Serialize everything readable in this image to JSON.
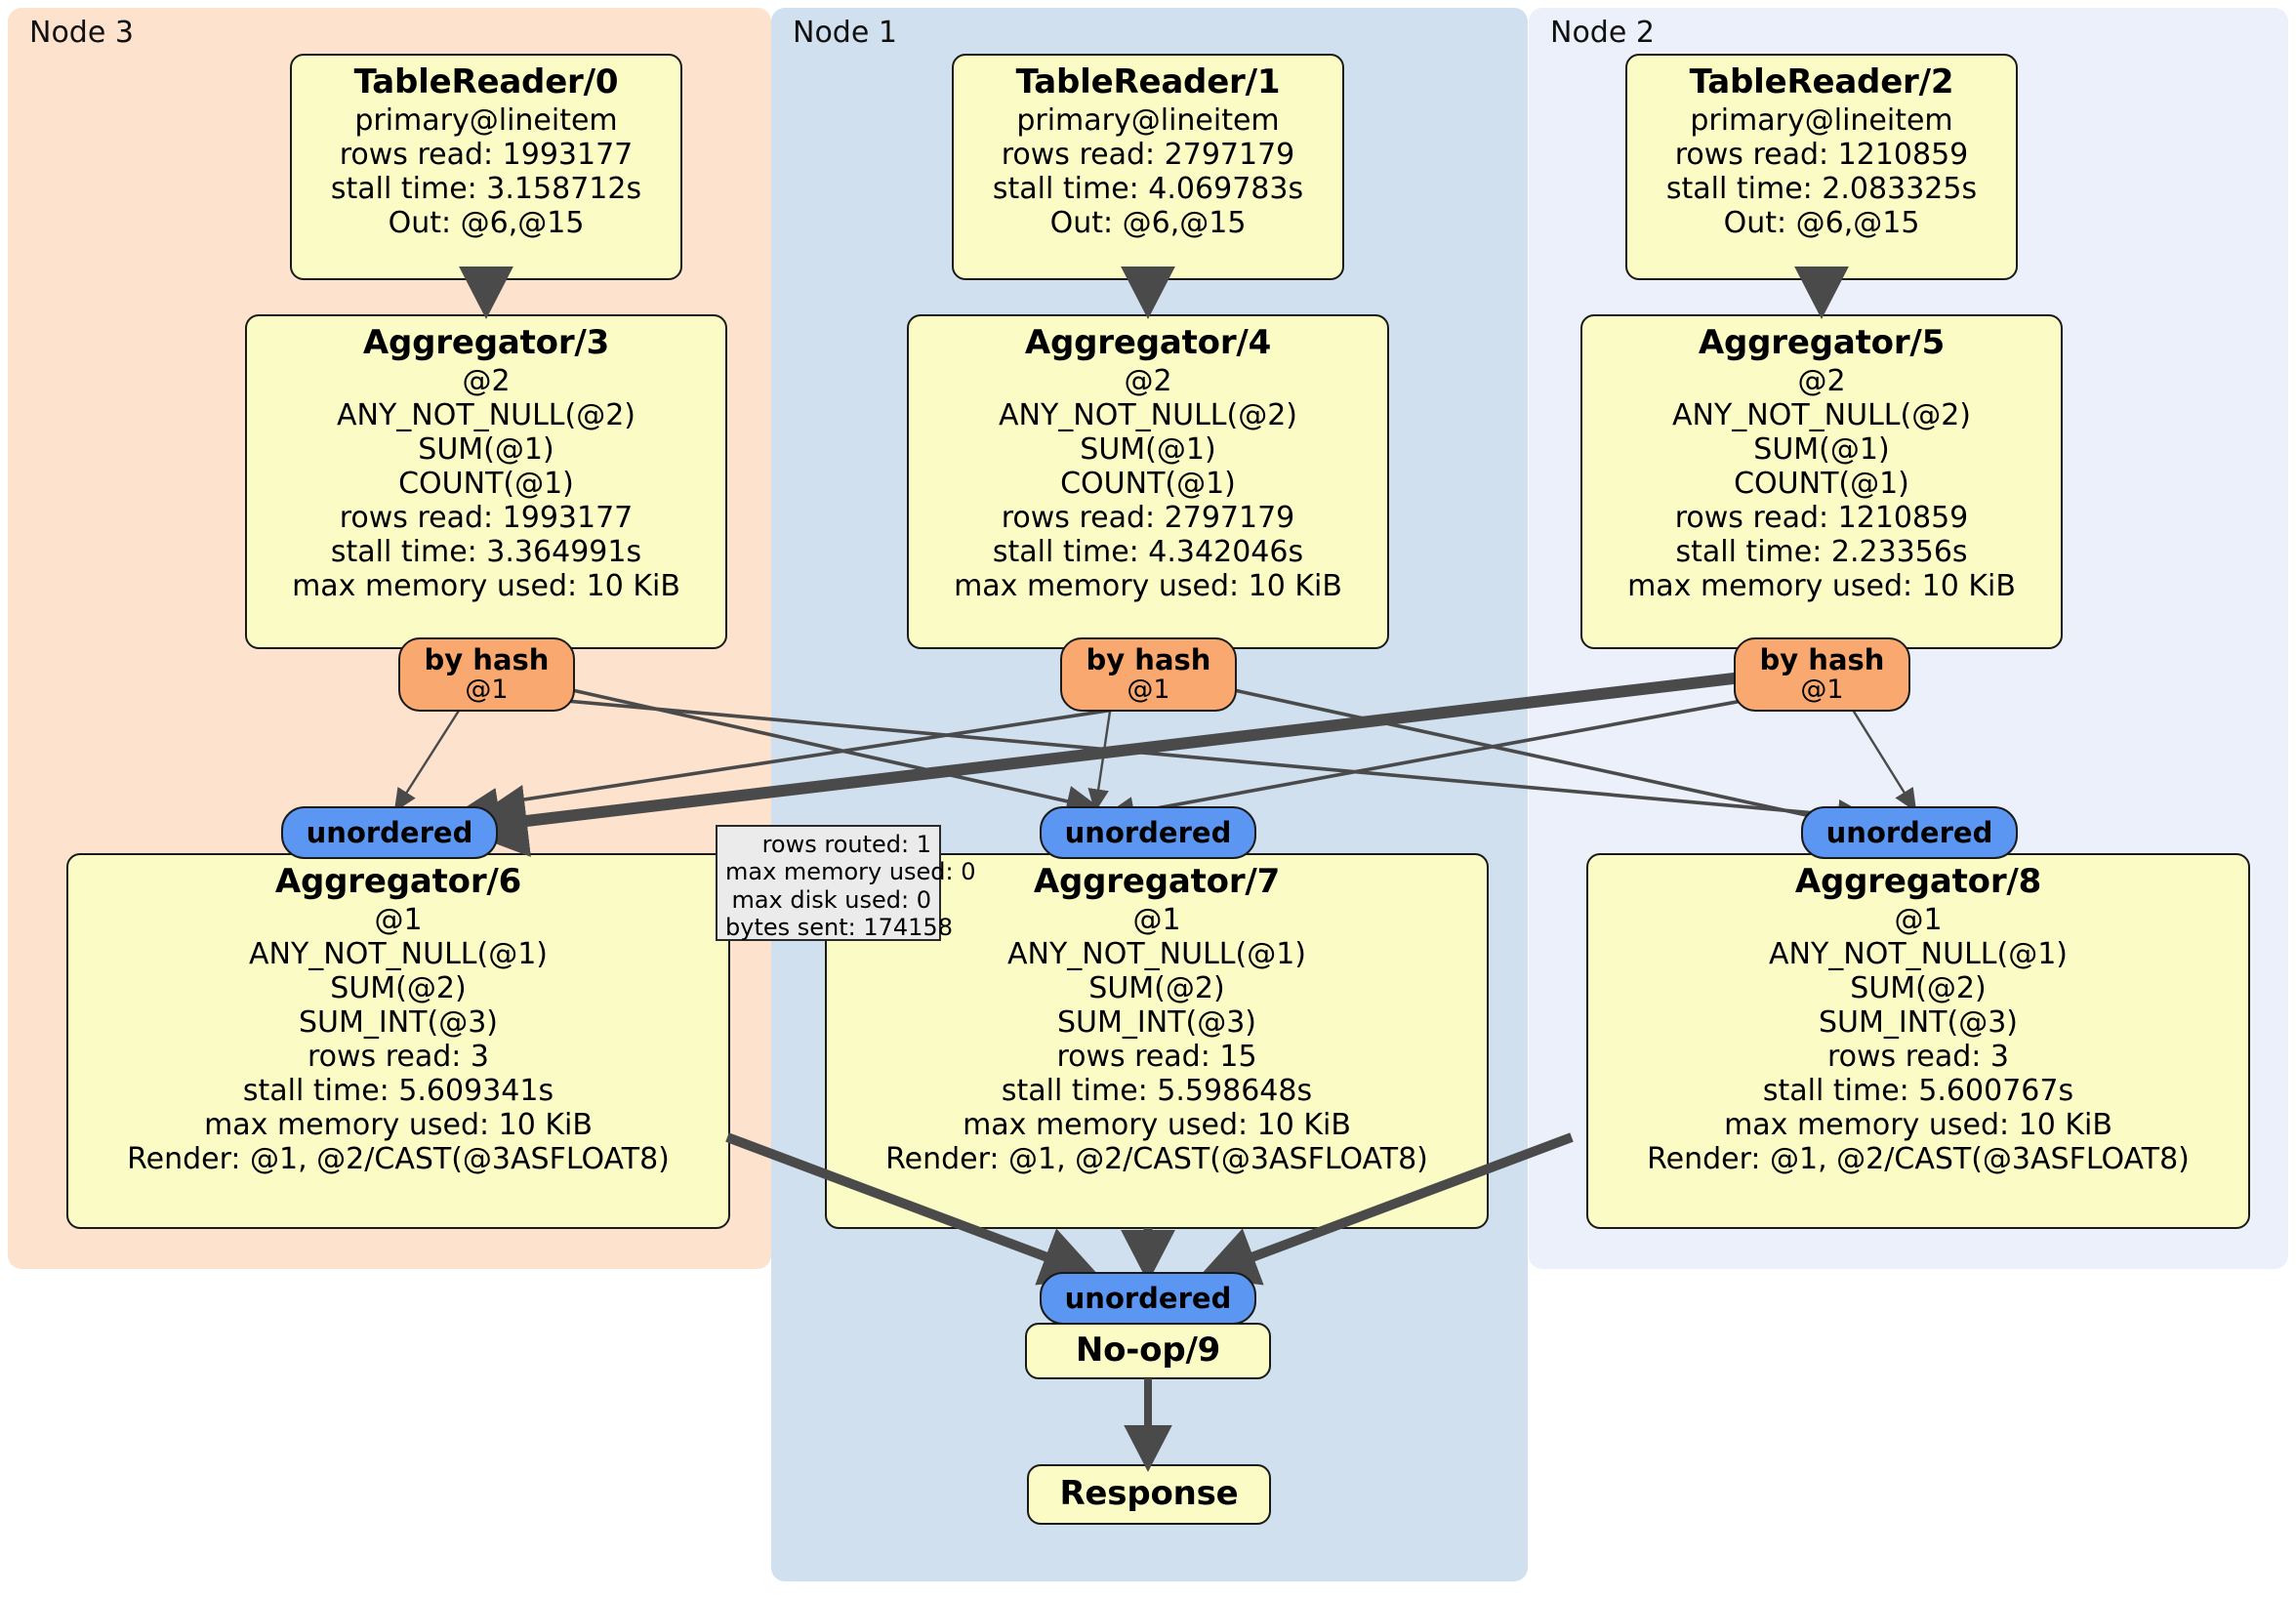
{
  "diagram": {
    "kind": "distributed-query-execution-plan",
    "clusters": [
      {
        "id": "node3",
        "label": "Node 3",
        "color": "#fde2ce"
      },
      {
        "id": "node1",
        "label": "Node 1",
        "color": "#d0e0ef"
      },
      {
        "id": "node2",
        "label": "Node 2",
        "color": "#ebf0fb"
      }
    ],
    "operators": {
      "table_reader_0": {
        "title": "TableReader/0",
        "lines": [
          "primary@lineitem",
          "rows read: 1993177",
          "stall time: 3.158712s",
          "Out: @6,@15"
        ]
      },
      "table_reader_1": {
        "title": "TableReader/1",
        "lines": [
          "primary@lineitem",
          "rows read: 2797179",
          "stall time: 4.069783s",
          "Out: @6,@15"
        ]
      },
      "table_reader_2": {
        "title": "TableReader/2",
        "lines": [
          "primary@lineitem",
          "rows read: 1210859",
          "stall time: 2.083325s",
          "Out: @6,@15"
        ]
      },
      "aggregator_3": {
        "title": "Aggregator/3",
        "lines": [
          "@2",
          "ANY_NOT_NULL(@2)",
          "SUM(@1)",
          "COUNT(@1)",
          "rows read: 1993177",
          "stall time: 3.364991s",
          "max memory used: 10 KiB"
        ]
      },
      "aggregator_4": {
        "title": "Aggregator/4",
        "lines": [
          "@2",
          "ANY_NOT_NULL(@2)",
          "SUM(@1)",
          "COUNT(@1)",
          "rows read: 2797179",
          "stall time: 4.342046s",
          "max memory used: 10 KiB"
        ]
      },
      "aggregator_5": {
        "title": "Aggregator/5",
        "lines": [
          "@2",
          "ANY_NOT_NULL(@2)",
          "SUM(@1)",
          "COUNT(@1)",
          "rows read: 1210859",
          "stall time: 2.23356s",
          "max memory used: 10 KiB"
        ]
      },
      "aggregator_6": {
        "title": "Aggregator/6",
        "lines": [
          "@1",
          "ANY_NOT_NULL(@1)",
          "SUM(@2)",
          "SUM_INT(@3)",
          "rows read: 3",
          "stall time: 5.609341s",
          "max memory used: 10 KiB",
          "Render: @1, @2/CAST(@3ASFLOAT8)"
        ]
      },
      "aggregator_7": {
        "title": "Aggregator/7",
        "lines": [
          "@1",
          "ANY_NOT_NULL(@1)",
          "SUM(@2)",
          "SUM_INT(@3)",
          "rows read: 15",
          "stall time: 5.598648s",
          "max memory used: 10 KiB",
          "Render: @1, @2/CAST(@3ASFLOAT8)"
        ]
      },
      "aggregator_8": {
        "title": "Aggregator/8",
        "lines": [
          "@1",
          "ANY_NOT_NULL(@1)",
          "SUM(@2)",
          "SUM_INT(@3)",
          "rows read: 3",
          "stall time: 5.600767s",
          "max memory used: 10 KiB",
          "Render: @1, @2/CAST(@3ASFLOAT8)"
        ]
      },
      "noop_9": {
        "title": "No-op/9",
        "lines": []
      },
      "response": {
        "title": "Response",
        "lines": []
      }
    },
    "routers": {
      "hash_3": {
        "title": "by hash",
        "sub": "@1"
      },
      "hash_4": {
        "title": "by hash",
        "sub": "@1"
      },
      "hash_5": {
        "title": "by hash",
        "sub": "@1"
      },
      "unordered_6": {
        "title": "unordered",
        "sub": ""
      },
      "unordered_7": {
        "title": "unordered",
        "sub": ""
      },
      "unordered_8": {
        "title": "unordered",
        "sub": ""
      },
      "unordered_9": {
        "title": "unordered",
        "sub": ""
      }
    },
    "stats_tooltip": {
      "lines": [
        "rows routed: 1",
        "max memory used: 0",
        "max disk used: 0",
        "bytes sent: 174158"
      ]
    },
    "colors": {
      "operator_fill": "#fbfbc5",
      "hash_router_fill": "#f9a870",
      "unordered_router_fill": "#5b97f2",
      "stats_fill": "#ebebeb",
      "edge": "#4a4a4a",
      "node3_panel": "#fde2ce",
      "node1_panel": "#d0e0ef",
      "node2_panel": "#ebf0fb"
    }
  }
}
